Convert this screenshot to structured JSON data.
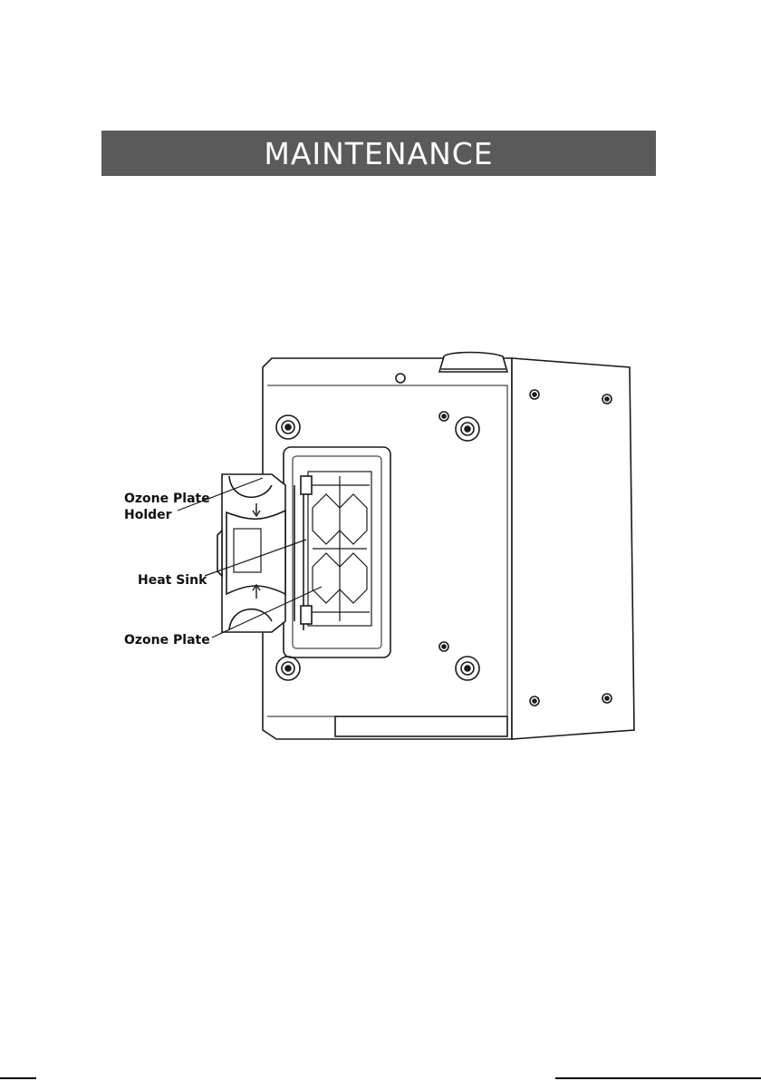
{
  "header": {
    "title": "MAINTENANCE"
  },
  "figure": {
    "callouts": {
      "ozone_plate_holder_line1": "Ozone Plate",
      "ozone_plate_holder_line2": "Holder",
      "heat_sink": "Heat Sink",
      "ozone_plate": "Ozone Plate"
    }
  }
}
